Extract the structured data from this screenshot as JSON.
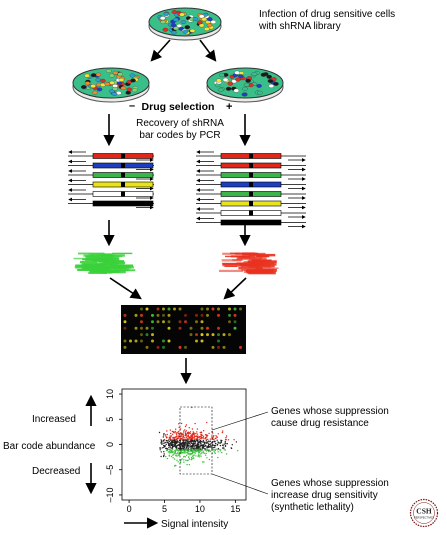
{
  "top_note": {
    "line1": "Infection of drug sensitive cells",
    "line2": "with shRNA library"
  },
  "selection": {
    "label": "Drug selection",
    "minus": "–",
    "plus": "+"
  },
  "recovery": {
    "line1": "Recovery of shRNA",
    "line2": "bar codes by PCR"
  },
  "abundance": {
    "increased": "Increased",
    "middle": "Bar code abundance",
    "decreased": "Decreased"
  },
  "annotations": {
    "resistance_line1": "Genes whose suppression",
    "resistance_line2": "cause drug resistance",
    "sensitivity_line1": "Genes whose suppression",
    "sensitivity_line2": "increase drug sensitivity",
    "sensitivity_line3": "(synthetic lethality)"
  },
  "plot": {
    "xlabel": "Signal intensity",
    "xticks": [
      "0",
      "5",
      "10",
      "15"
    ],
    "yticks": [
      "10",
      "5",
      "0",
      "–5",
      "–10"
    ],
    "xlim": [
      -1,
      16.5
    ],
    "ylim": [
      -11,
      11
    ]
  },
  "logo": {
    "text": "CSH",
    "subtext": "PERSPECTIVES"
  },
  "colors": {
    "dish": "#3bbf8a",
    "bar_red": "#e0271a",
    "bar_blue": "#1d3fbf",
    "bar_green": "#39b54a",
    "bar_yellow": "#e9e41a",
    "bar_white": "#ffffff",
    "bar_black": "#000000",
    "gel_green": "#3ad13a",
    "gel_red": "#e8321f",
    "microarray_bg": "#050505"
  }
}
